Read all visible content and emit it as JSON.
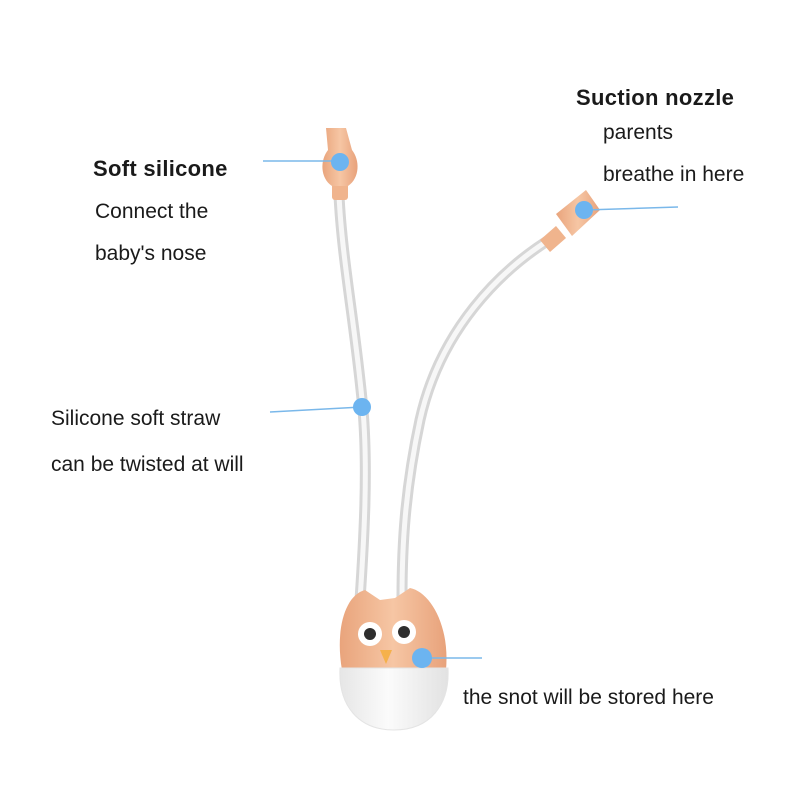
{
  "annotations": {
    "soft_silicone": {
      "title": "Soft silicone",
      "lines": [
        "Connect the",
        "baby's nose"
      ]
    },
    "suction_nozzle": {
      "title": "Suction nozzle",
      "lines": [
        "parents",
        "breathe in here"
      ]
    },
    "straw": {
      "lines": [
        "Silicone soft straw",
        "can be twisted at will"
      ]
    },
    "container": {
      "lines": [
        "the snot will be stored here"
      ]
    }
  },
  "colors": {
    "marker": "#6cb4f0",
    "leader": "#7ab8ea",
    "silicone": "#f2b994",
    "tube": "#dcdcdc",
    "cup": "#f4f4f4"
  }
}
